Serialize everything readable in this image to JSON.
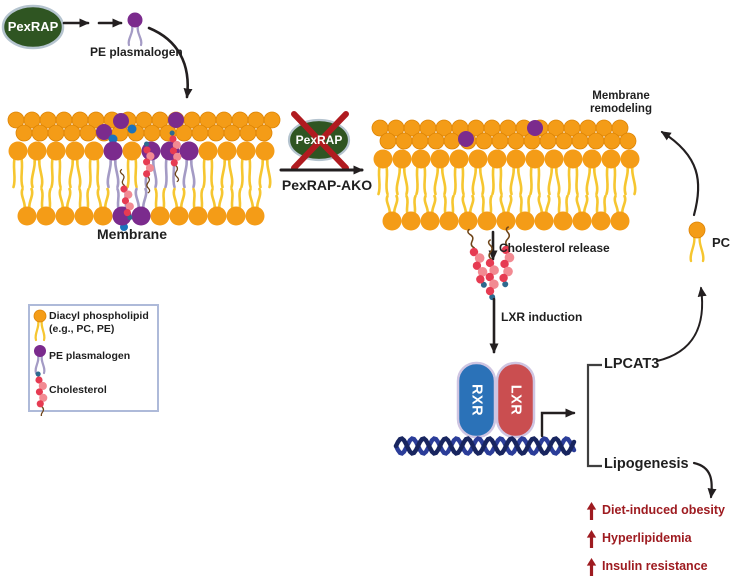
{
  "top": {
    "enzyme": "PexRAP",
    "molecule_label": "PE plasmalogen"
  },
  "left_membrane": {
    "label": "Membrane"
  },
  "knockout": {
    "enzyme": "PexRAP",
    "label": "PexRAP-AKO"
  },
  "right_membrane": {
    "label": "Membrane\nremodeling"
  },
  "pathway": {
    "cholesterol_release": "Cholesterol release",
    "lxr_induction": "LXR induction",
    "rxr": "RXR",
    "lxr": "LXR",
    "lpcat3": "LPCAT3",
    "lipogenesis": "Lipogenesis",
    "pc": "PC"
  },
  "outcomes": [
    {
      "label": "Diet-induced obesity"
    },
    {
      "label": "Hyperlipidemia"
    },
    {
      "label": "Insulin resistance"
    }
  ],
  "legend": {
    "items": [
      {
        "icon": "diacyl-phospholipid-icon",
        "label": "Diacyl phospholipid\n(e.g., PC, PE)"
      },
      {
        "icon": "pe-plasmalogen-icon",
        "label": "PE plasmalogen"
      },
      {
        "icon": "cholesterol-icon",
        "label": "Cholesterol"
      }
    ]
  },
  "colors": {
    "membrane_orange": "#f49c17",
    "membrane_orange_edge": "#dd8405",
    "tail_yellow": "#f6c630",
    "plasmalogen_purple": "#7b2b8d",
    "plasmalogen_tail": "#a49bc5",
    "glyco_blue": "#1c72bc",
    "cholesterol_red": "#e63b52",
    "cholesterol_pink": "#f28a92",
    "cholesterol_dot": "#2d6a8f",
    "cholesterol_squiggle": "#6e4418",
    "enzyme_green": "#2f5522",
    "enzyme_ring": "#b5c4cf",
    "x_red": "#b01b20",
    "rxr_blue": "#2b72b8",
    "lxr_red": "#ca4e50",
    "pill_outline": "#cfc5e2",
    "dna_navy": "#18255f",
    "dna_navy2": "#2b3d99",
    "arrow_black": "#231f20",
    "outcome_red": "#9e1b20",
    "legend_border": "#aebad9"
  }
}
